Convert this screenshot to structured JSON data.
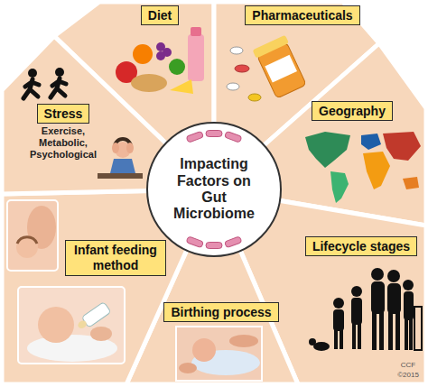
{
  "diagram": {
    "nodes": [
      {
        "text": [
          "Impacting Factors on Gut Microbiome"
        ]
      },
      {
        "text": [
          "Diet"
        ]
      },
      {
        "text": [
          "Pharmaceuticals"
        ]
      },
      {
        "text": [
          "Geography"
        ]
      },
      {
        "text": [
          "Lifecycle stages"
        ]
      },
      {
        "text": [
          "Birthing process"
        ]
      },
      {
        "text": [
          "Infant feeding method"
        ]
      },
      {
        "text": [
          "Stress",
          "Exercise, Metabolic, Psychological"
        ]
      }
    ],
    "labels": [
      "CCF",
      "©2015"
    ]
  }
}
